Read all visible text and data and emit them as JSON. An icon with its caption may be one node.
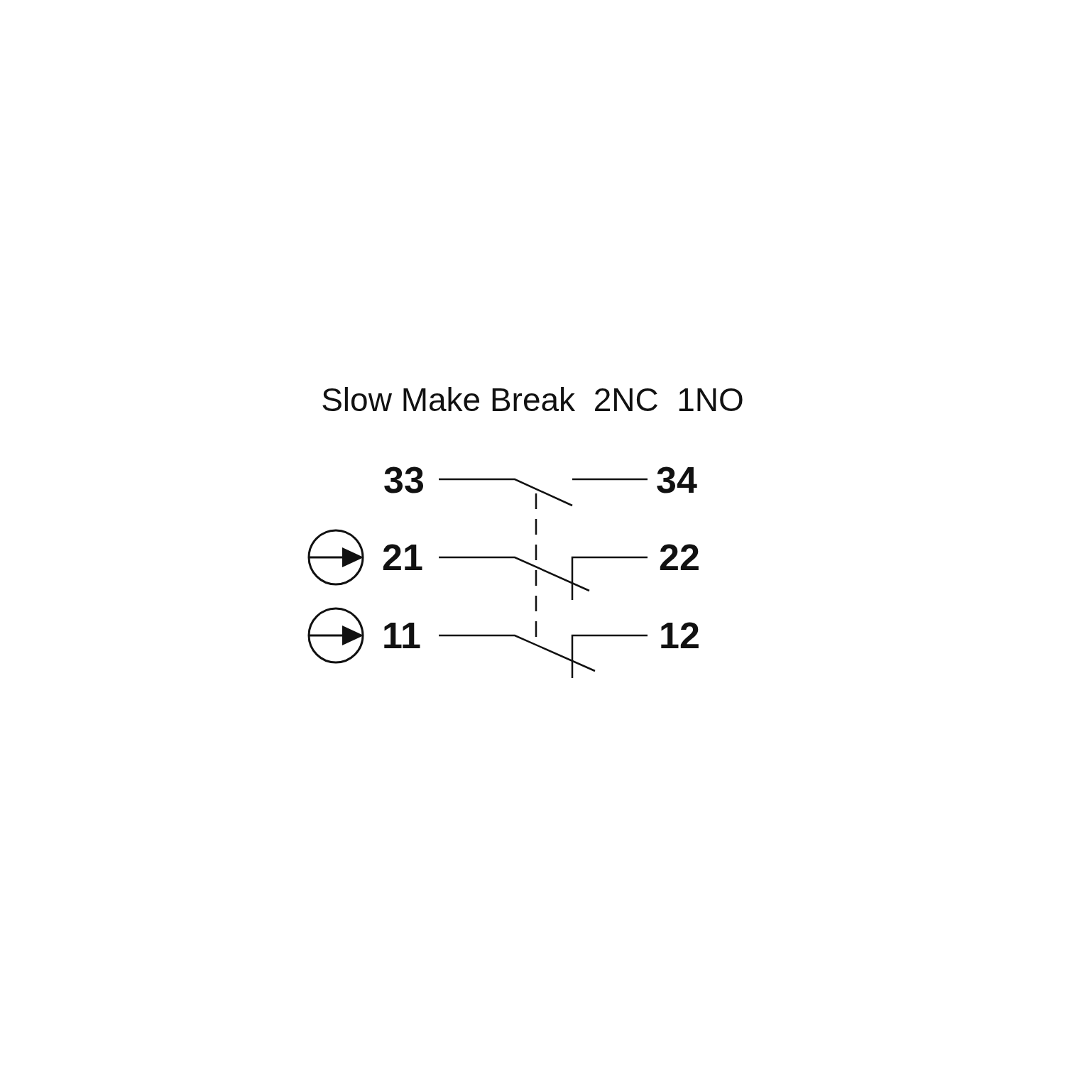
{
  "diagram": {
    "title": "Slow Make Break  2NC  1NO",
    "labels": [
      "33",
      "34",
      "21",
      "22",
      "11",
      "12"
    ]
  }
}
